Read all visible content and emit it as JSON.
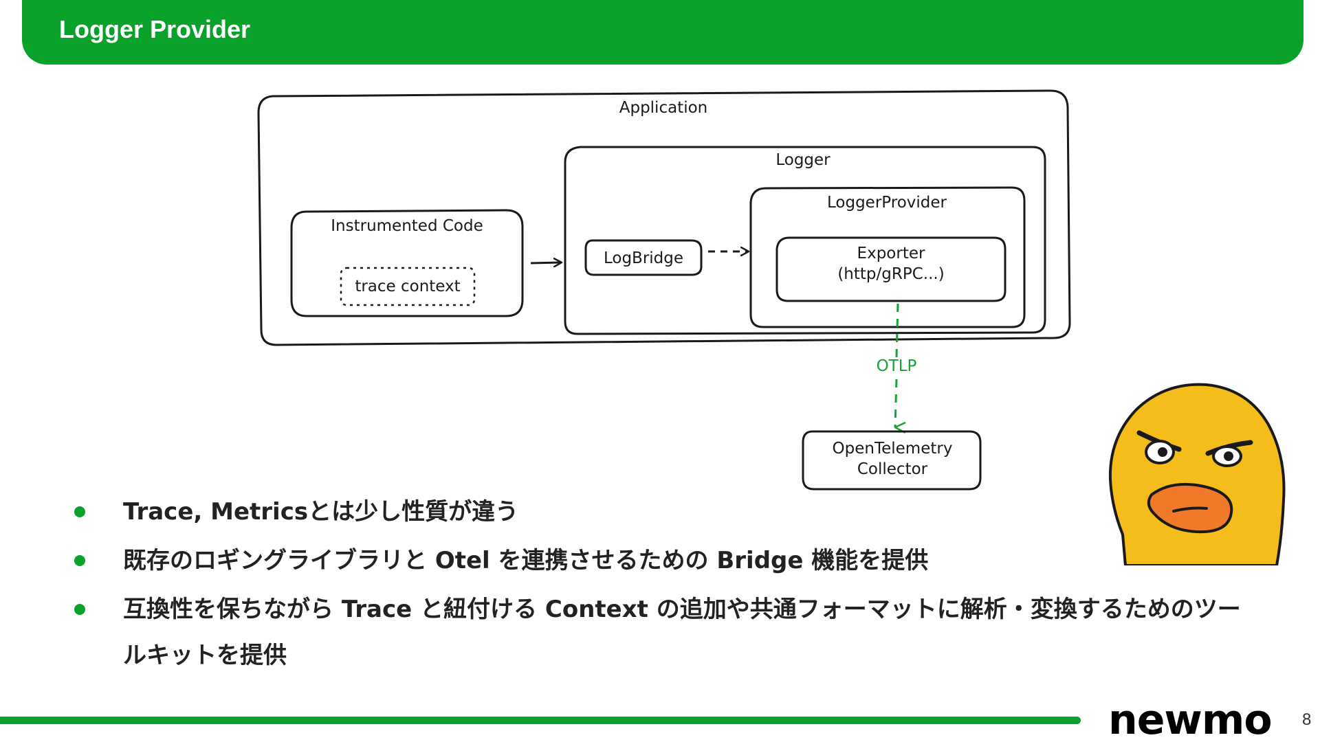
{
  "header": {
    "title": "Logger Provider"
  },
  "diagram": {
    "application_label": "Application",
    "logger_label": "Logger",
    "logger_provider_label": "LoggerProvider",
    "instrumented_code_label": "Instrumented Code",
    "trace_context_label": "trace context",
    "log_bridge_label": "LogBridge",
    "exporter_line1": "Exporter",
    "exporter_line2": "(http/gRPC...)",
    "otlp_label": "OTLP",
    "collector_line1": "OpenTelemetry",
    "collector_line2": "Collector",
    "otlp_color": "#17a233"
  },
  "bullets": [
    "Trace, Metricsとは少し性質が違う",
    "既存のロギングライブラリと Otel を連携させるための Bridge 機能を提供",
    "互換性を保ちながら Trace と紐付ける Context の追加や共通フォーマットに解析・変換するためのツールキットを提供"
  ],
  "footer": {
    "logo": "newmo",
    "page_number": "8"
  },
  "colors": {
    "brand_green": "#0aa12b",
    "duck_yellow": "#f5bd1b",
    "duck_beak": "#f07a2a"
  }
}
